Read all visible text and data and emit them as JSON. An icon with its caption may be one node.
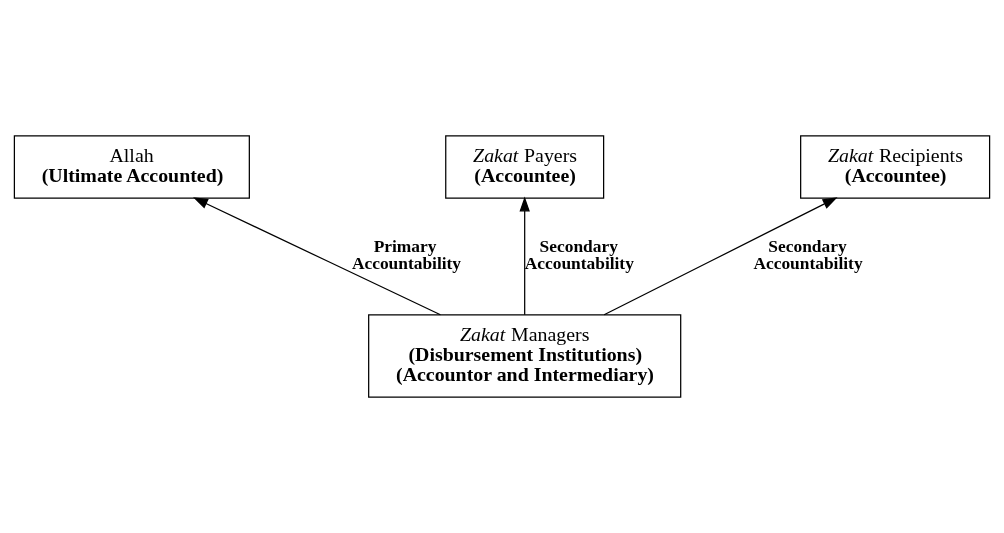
{
  "diagram": {
    "nodes": [
      {
        "text": [
          "Allah",
          "(Ultimate Accounted)"
        ]
      },
      {
        "text": [
          "*Zakat* Payers",
          "(Accountee)"
        ]
      },
      {
        "text": [
          "*Zakat* Recipients",
          "(Accountee)"
        ]
      },
      {
        "text": [
          "*Zakat* Managers",
          "(Disbursement Institutions) (Accountor and Intermediary)"
        ]
      }
    ],
    "edges": [
      {
        "from": 3,
        "to": 0,
        "arrow": "to",
        "label": "Primary Accountability"
      },
      {
        "from": 3,
        "to": 1,
        "arrow": "to",
        "label": "Secondary Accountability"
      },
      {
        "from": 3,
        "to": 2,
        "arrow": "to",
        "label": "Secondary Accountability"
      }
    ]
  }
}
